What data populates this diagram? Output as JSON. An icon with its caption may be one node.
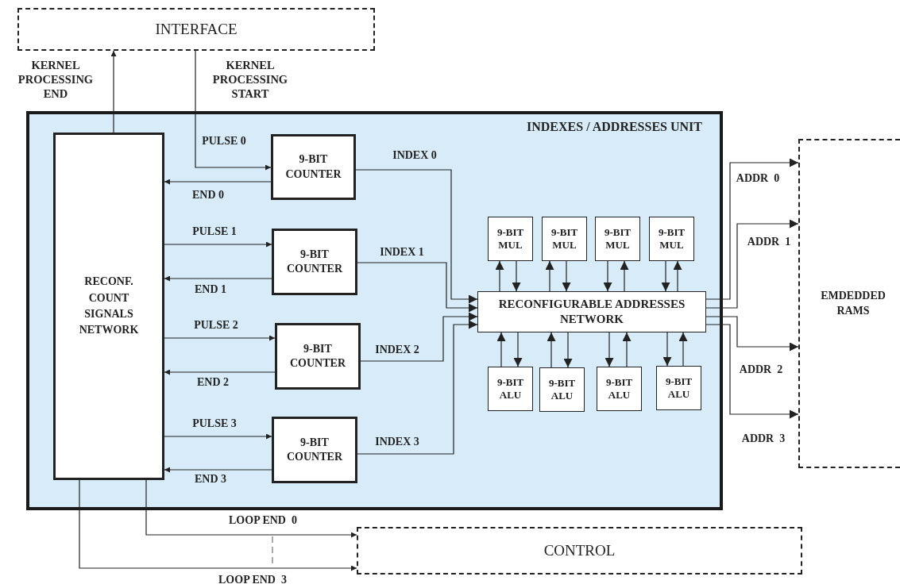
{
  "diagram": {
    "nodes": [
      {
        "text": [
          "INTERFACE"
        ]
      },
      {
        "text": [
          "INDEXES / ADDRESSES UNIT"
        ]
      },
      {
        "text": [
          "RECONF. COUNT SIGNALS NETWORK"
        ],
        "in": 1
      },
      {
        "text": [
          "9-BIT COUNTER"
        ],
        "in": 1
      },
      {
        "text": [
          "9-BIT COUNTER"
        ],
        "in": 1
      },
      {
        "text": [
          "9-BIT COUNTER"
        ],
        "in": 1
      },
      {
        "text": [
          "9-BIT COUNTER"
        ],
        "in": 1
      },
      {
        "text": [
          "RECONFIGURABLE ADDRESSES NETWORK"
        ],
        "in": 1
      },
      {
        "text": [
          "9-BIT MUL"
        ],
        "in": 1
      },
      {
        "text": [
          "9-BIT MUL"
        ],
        "in": 1
      },
      {
        "text": [
          "9-BIT MUL"
        ],
        "in": 1
      },
      {
        "text": [
          "9-BIT MUL"
        ],
        "in": 1
      },
      {
        "text": [
          "9-BIT ALU"
        ],
        "in": 1
      },
      {
        "text": [
          "9-BIT ALU"
        ],
        "in": 1
      },
      {
        "text": [
          "9-BIT ALU"
        ],
        "in": 1
      },
      {
        "text": [
          "9-BIT ALU"
        ],
        "in": 1
      },
      {
        "text": [
          "EMDEDDED RAMS"
        ]
      },
      {
        "text": [
          "CONTROL"
        ]
      }
    ],
    "edges": [
      {
        "from": 2,
        "to": 0,
        "arrow": "to",
        "label": "KERNEL PROCESSING END"
      },
      {
        "from": 0,
        "to": 3,
        "arrow": "to",
        "label": "KERNEL PROCESSING START"
      },
      {
        "from": 3,
        "to": 2,
        "arrow": "to",
        "label": "END 0"
      },
      {
        "from": 2,
        "to": 4,
        "arrow": "to",
        "label": "PULSE 1"
      },
      {
        "from": 4,
        "to": 2,
        "arrow": "to",
        "label": "END 1"
      },
      {
        "from": 2,
        "to": 5,
        "arrow": "to",
        "label": "PULSE 2"
      },
      {
        "from": 5,
        "to": 2,
        "arrow": "to",
        "label": "END 2"
      },
      {
        "from": 2,
        "to": 6,
        "arrow": "to",
        "label": "PULSE 3"
      },
      {
        "from": 6,
        "to": 2,
        "arrow": "to",
        "label": "END 3"
      },
      {
        "from": 3,
        "to": 7,
        "arrow": "to",
        "label": "INDEX 0"
      },
      {
        "from": 4,
        "to": 7,
        "arrow": "to",
        "label": "INDEX 1"
      },
      {
        "from": 5,
        "to": 7,
        "arrow": "to",
        "label": "INDEX 2"
      },
      {
        "from": 6,
        "to": 7,
        "arrow": "to",
        "label": "INDEX 3"
      },
      {
        "from": 7,
        "to": 8,
        "arrow": "to"
      },
      {
        "from": 8,
        "to": 7,
        "arrow": "to"
      },
      {
        "from": 7,
        "to": 9,
        "arrow": "to"
      },
      {
        "from": 9,
        "to": 7,
        "arrow": "to"
      },
      {
        "from": 10,
        "to": 7,
        "arrow": "to"
      },
      {
        "from": 7,
        "to": 10,
        "arrow": "to"
      },
      {
        "from": 11,
        "to": 7,
        "arrow": "to"
      },
      {
        "from": 7,
        "to": 11,
        "arrow": "to"
      },
      {
        "from": 12,
        "to": 7,
        "arrow": "to"
      },
      {
        "from": 7,
        "to": 12,
        "arrow": "to"
      },
      {
        "from": 13,
        "to": 7,
        "arrow": "to"
      },
      {
        "from": 7,
        "to": 13,
        "arrow": "to"
      },
      {
        "from": 7,
        "to": 14,
        "arrow": "to"
      },
      {
        "from": 14,
        "to": 7,
        "arrow": "to"
      },
      {
        "from": 7,
        "to": 15,
        "arrow": "to"
      },
      {
        "from": 15,
        "to": 7,
        "arrow": "to"
      },
      {
        "from": 7,
        "to": 16,
        "arrow": "to",
        "label": "ADDR  0"
      },
      {
        "from": 7,
        "to": 16,
        "arrow": "to",
        "label": "ADDR  1"
      },
      {
        "from": 7,
        "to": 16,
        "arrow": "to",
        "label": "ADDR  2"
      },
      {
        "from": 7,
        "to": 16,
        "arrow": "to",
        "label": "ADDR  3"
      },
      {
        "from": 2,
        "to": 17,
        "arrow": "to",
        "label": "LOOP END  0"
      },
      {
        "from": 2,
        "to": 17,
        "arrow": "to",
        "label": "LOOP END  3"
      }
    ],
    "labels": [
      "PULSE 0"
    ]
  }
}
